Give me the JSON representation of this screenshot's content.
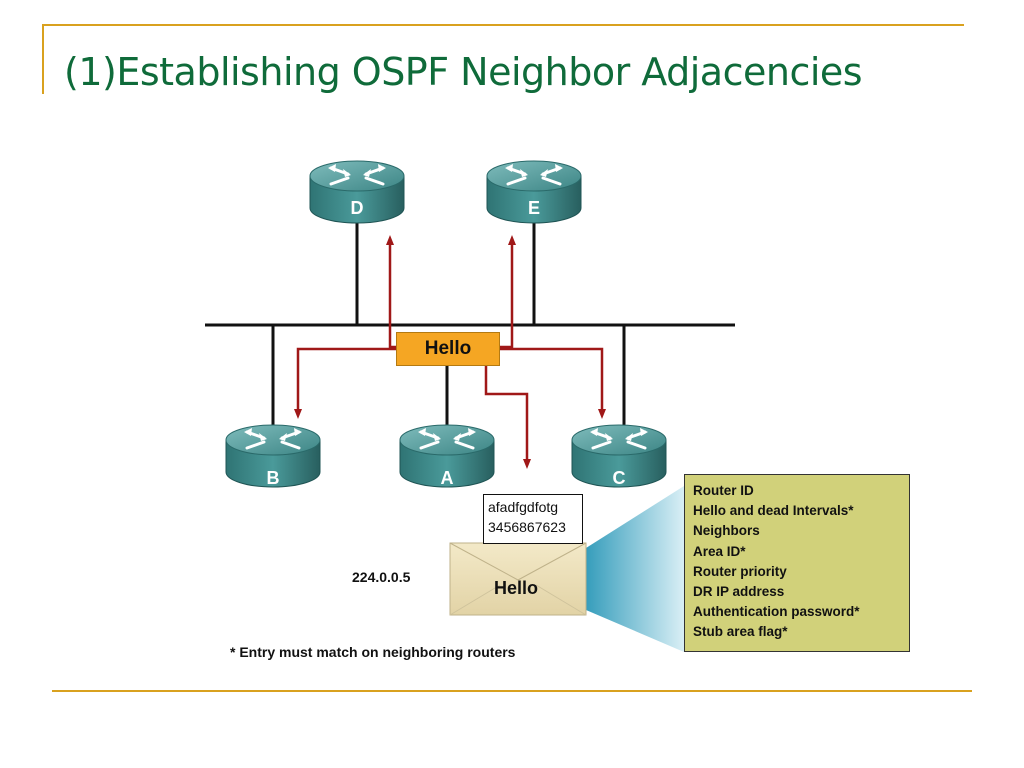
{
  "slide": {
    "title": "(1)Establishing OSPF Neighbor Adjacencies"
  },
  "routers": {
    "d": "D",
    "e": "E",
    "b": "B",
    "a": "A",
    "c": "C"
  },
  "hello_packet_label": "Hello",
  "packet_data": {
    "line1": "afadfgdfotg",
    "line2": "3456867623"
  },
  "multicast_address": "224.0.0.5",
  "envelope_label": "Hello",
  "hello_fields": [
    "Router ID",
    "Hello and dead Intervals*",
    "Neighbors",
    "Area ID*",
    "Router priority",
    "DR IP address",
    "Authentication password*",
    "Stub area flag*"
  ],
  "footnote": "* Entry must match on neighboring routers",
  "colors": {
    "title": "#0f6b3a",
    "rule": "#d9a11f",
    "arrow": "#a01818",
    "hello_box": "#f5a623",
    "fields_box": "#d1d17a",
    "router": "#3f8f8f"
  }
}
